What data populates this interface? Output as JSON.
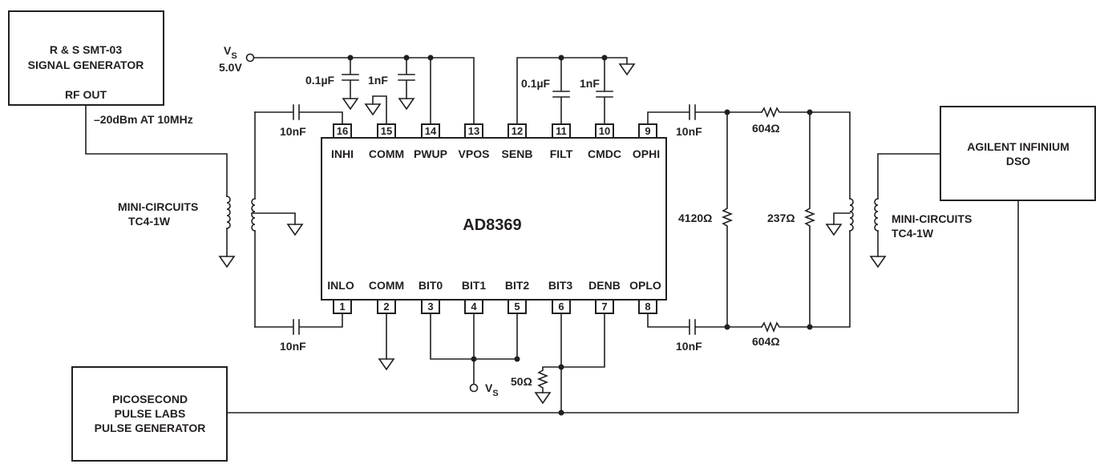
{
  "instruments": {
    "signal_generator": {
      "line1": "R & S SMT-03",
      "line2": "SIGNAL GENERATOR",
      "line3": "RF OUT"
    },
    "source_level": "–20dBm AT 10MHz",
    "dso": {
      "line1": "AGILENT INFINIUM",
      "line2": "DSO"
    },
    "pulse_generator": {
      "line1": "PICOSECOND",
      "line2": "PULSE LABS",
      "line3": "PULSE GENERATOR"
    }
  },
  "transformers": {
    "input": {
      "line1": "MINI-CIRCUITS",
      "line2": "TC4-1W"
    },
    "output": {
      "line1": "MINI-CIRCUITS",
      "line2": "TC4-1W"
    }
  },
  "supply": {
    "name": "V",
    "sub": "S",
    "value": "5.0V"
  },
  "bit_supply": {
    "name": "V",
    "sub": "S"
  },
  "chip": {
    "name": "AD8369",
    "top_pins": [
      {
        "num": "16",
        "name": "INHI"
      },
      {
        "num": "15",
        "name": "COMM"
      },
      {
        "num": "14",
        "name": "PWUP"
      },
      {
        "num": "13",
        "name": "VPOS"
      },
      {
        "num": "12",
        "name": "SENB"
      },
      {
        "num": "11",
        "name": "FILT"
      },
      {
        "num": "10",
        "name": "CMDC"
      },
      {
        "num": "9",
        "name": "OPHI"
      }
    ],
    "bottom_pins": [
      {
        "num": "1",
        "name": "INLO"
      },
      {
        "num": "2",
        "name": "COMM"
      },
      {
        "num": "3",
        "name": "BIT0"
      },
      {
        "num": "4",
        "name": "BIT1"
      },
      {
        "num": "5",
        "name": "BIT2"
      },
      {
        "num": "6",
        "name": "BIT3"
      },
      {
        "num": "7",
        "name": "DENB"
      },
      {
        "num": "8",
        "name": "OPLO"
      }
    ]
  },
  "components": {
    "c_vpos_1": "0.1µF",
    "c_vpos_2": "1nF",
    "c_filt": "0.1µF",
    "c_cmdc": "1nF",
    "c_inhi": "10nF",
    "c_inlo": "10nF",
    "c_ophi": "10nF",
    "c_oplo": "10nF",
    "r_top_series": "604Ω",
    "r_bot_series": "604Ω",
    "r_shunt_1": "4120Ω",
    "r_shunt_2": "237Ω",
    "r_term": "50Ω"
  }
}
